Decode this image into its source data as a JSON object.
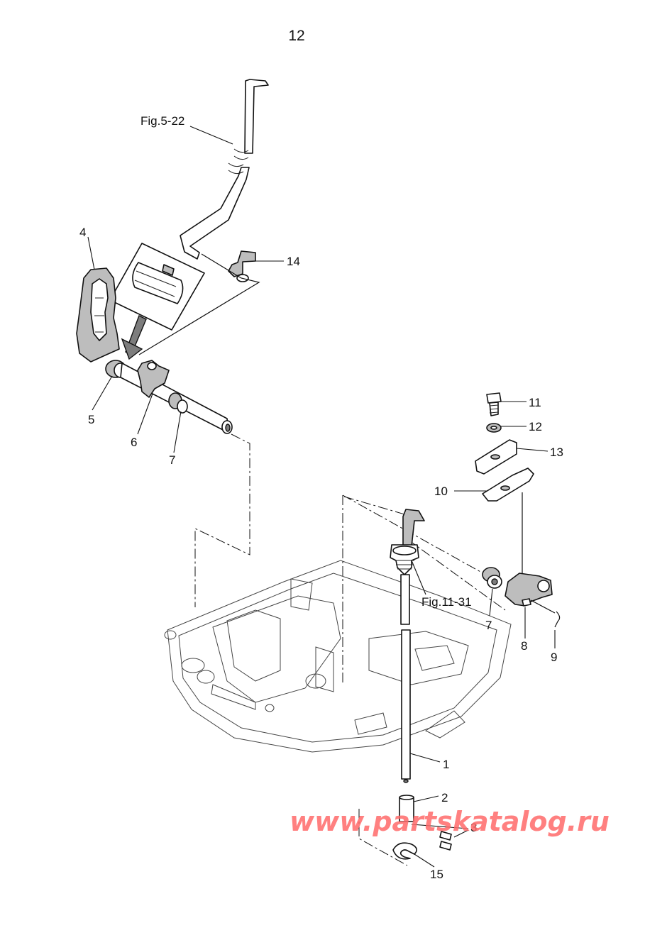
{
  "page_number": "12",
  "references": {
    "top": "Fig.5-22",
    "middle": "Fig.11-31"
  },
  "callouts": {
    "c1": "1",
    "c2": "2",
    "c3": "3",
    "c4": "4",
    "c5": "5",
    "c6": "6",
    "c7a": "7",
    "c7b": "7",
    "c8": "8",
    "c9": "9",
    "c10": "10",
    "c11": "11",
    "c12": "12",
    "c13": "13",
    "c14": "14",
    "c15": "15"
  },
  "watermark": "www.partskatalog.ru"
}
